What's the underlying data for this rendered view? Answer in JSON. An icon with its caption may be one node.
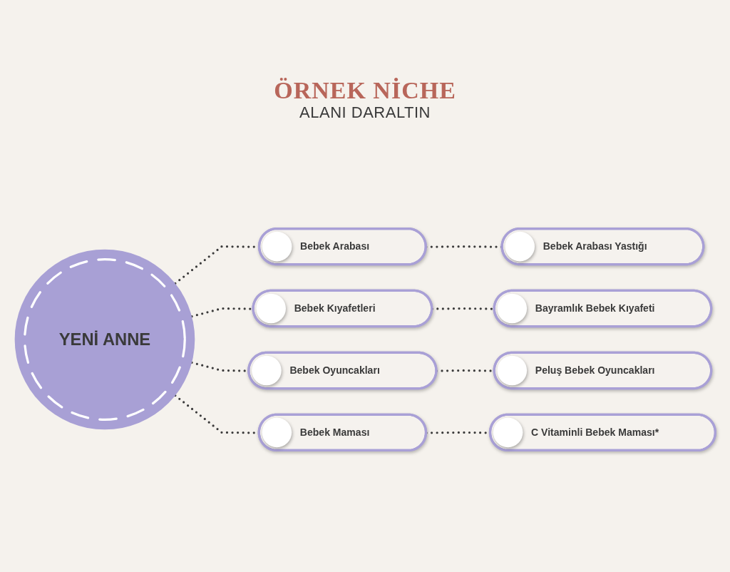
{
  "diagram": {
    "title": "ÖRNEK NİCHE",
    "nodes": [
      {
        "text": [
          "YENİ ANNE"
        ]
      },
      {
        "text": [
          "Bebek Arabası"
        ]
      },
      {
        "text": [
          "Bebek Arabası Yastığı"
        ]
      },
      {
        "text": [
          "Bebek Kıyafetleri"
        ]
      },
      {
        "text": [
          "Bayramlık Bebek Kıyafeti"
        ]
      },
      {
        "text": [
          "Bebek Oyuncakları"
        ]
      },
      {
        "text": [
          "Peluş Bebek Oyuncakları"
        ]
      },
      {
        "text": [
          "Bebek Maması"
        ]
      },
      {
        "text": [
          "C Vitaminli Bebek Maması*"
        ]
      }
    ],
    "edges": [
      {
        "from": 0,
        "to": 1,
        "arrow": "none",
        "style": "dashed"
      },
      {
        "from": 1,
        "to": 2,
        "arrow": "none",
        "style": "dashed"
      },
      {
        "from": 0,
        "to": 3,
        "arrow": "none",
        "style": "dashed"
      },
      {
        "from": 3,
        "to": 4,
        "arrow": "none",
        "style": "dashed"
      },
      {
        "from": 0,
        "to": 5,
        "arrow": "none",
        "style": "dashed"
      },
      {
        "from": 5,
        "to": 6,
        "arrow": "none",
        "style": "dashed"
      },
      {
        "from": 0,
        "to": 7,
        "arrow": "none",
        "style": "dashed"
      },
      {
        "from": 7,
        "to": 8,
        "arrow": "none",
        "style": "dashed"
      }
    ],
    "labels": [
      "ALANI DARALTIN"
    ]
  }
}
